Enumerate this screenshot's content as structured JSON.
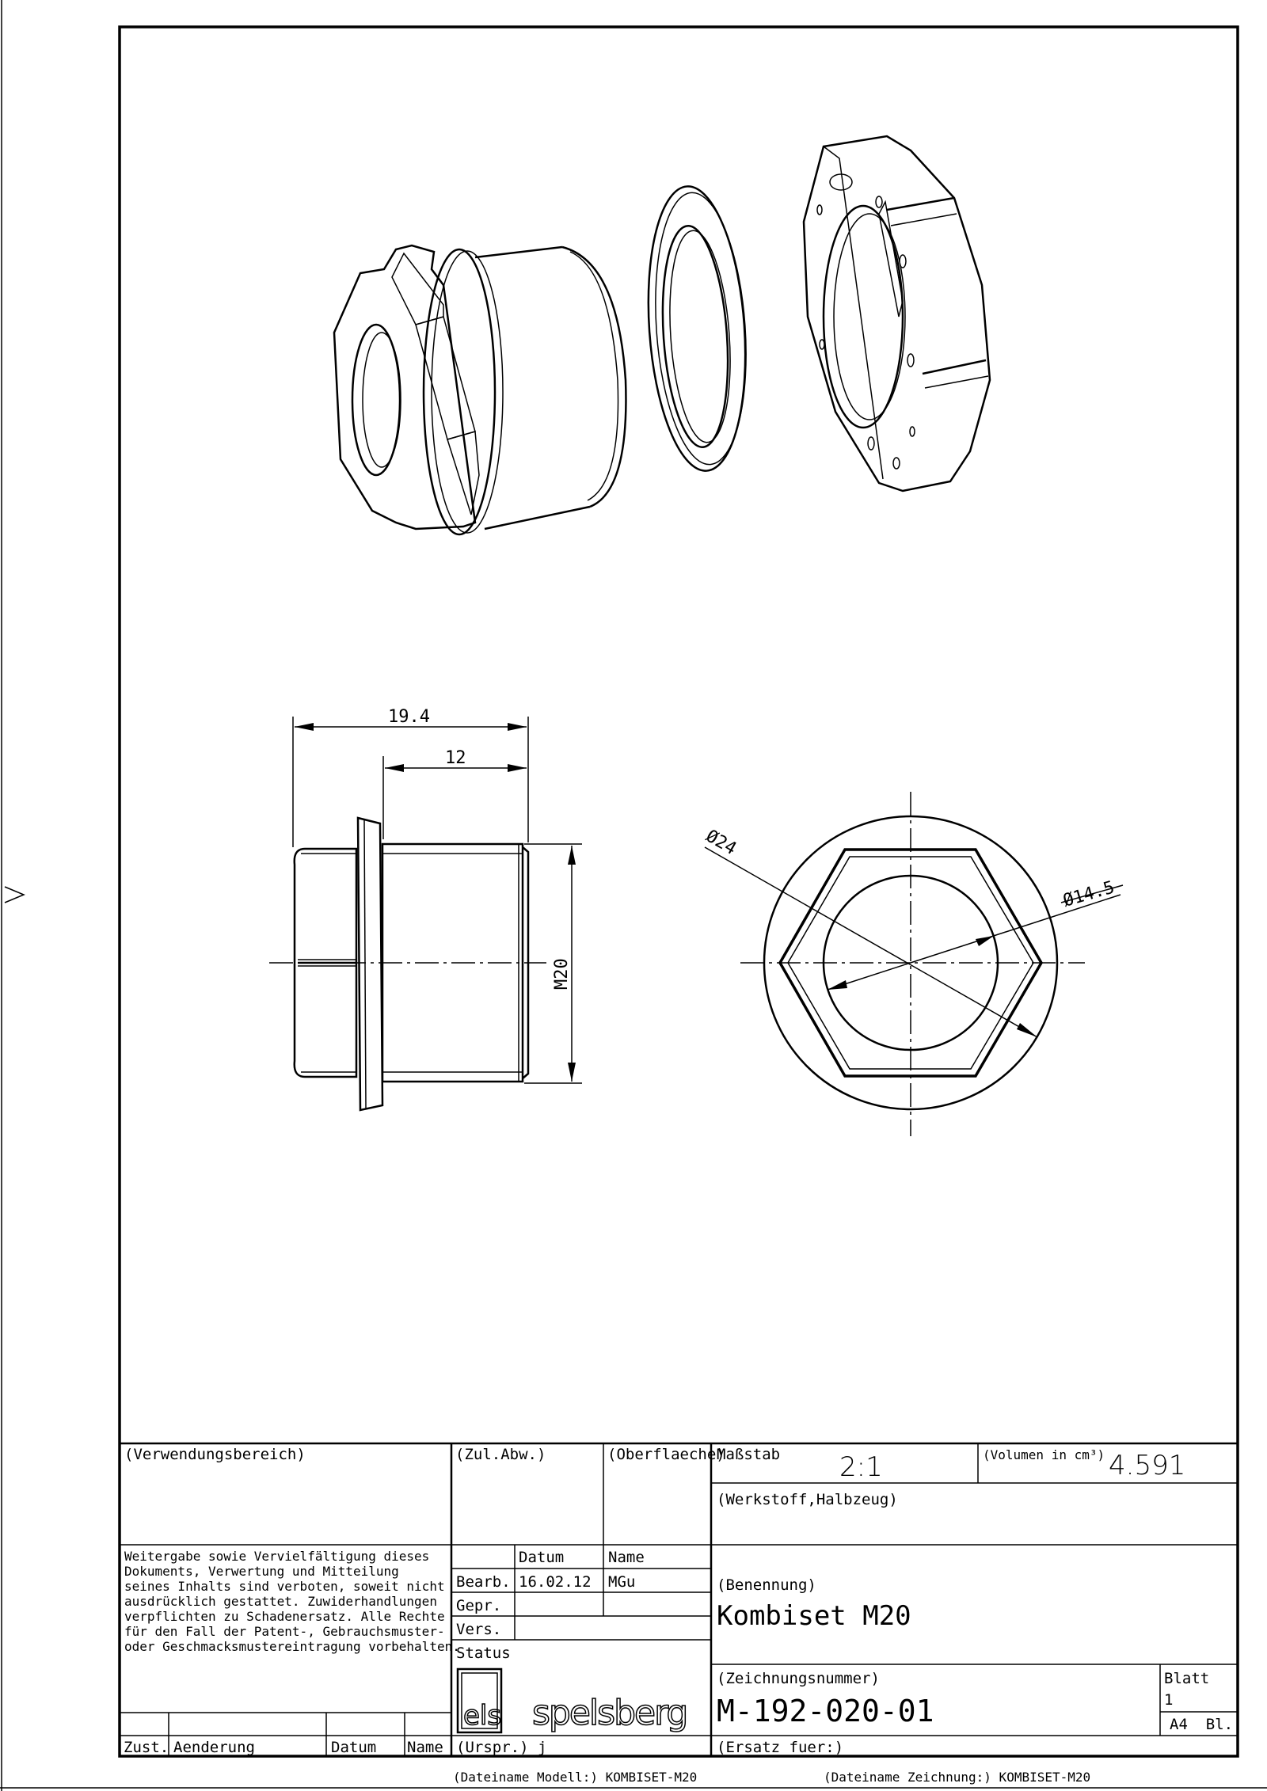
{
  "drawing": {
    "dimensions": {
      "overall_length": "19.4",
      "body_length": "12",
      "thread": "M20",
      "outer_diameter": "Ø24",
      "inner_diameter": "Ø14.5"
    }
  },
  "title_block": {
    "verwendungsbereich": "(Verwendungsbereich)",
    "zul_abw": "(Zul.Abw.)",
    "oberflaeche": "(Oberflaeche)",
    "massstab_label": "Maßstab",
    "massstab_value": "2:1",
    "volumen_label": "(Volumen in cm³)",
    "volumen_value": "4.591",
    "werkstoff": "(Werkstoff,Halbzeug)",
    "notice": [
      "Weitergabe sowie Vervielfältigung dieses",
      "Dokuments, Verwertung und Mitteilung",
      "seines Inhalts sind verboten, soweit nicht",
      "ausdrücklich gestattet. Zuwiderhandlungen",
      "verpflichten zu Schadenersatz. Alle Rechte",
      "für den Fall der Patent-, Gebrauchsmuster-",
      "oder Geschmacksmustereintragung vorbehalten."
    ],
    "datum_header": "Datum",
    "name_header": "Name",
    "rows": [
      {
        "label": "Bearb.",
        "datum": "16.02.12",
        "name": "MGu"
      },
      {
        "label": "Gepr.",
        "datum": "",
        "name": ""
      },
      {
        "label": "Vers.",
        "datum": "",
        "name": ""
      }
    ],
    "status_label": "Status",
    "benennung_label": "(Benennung)",
    "benennung_value": "Kombiset M20",
    "zeichnungsnummer_label": "(Zeichnungsnummer)",
    "zeichnungsnummer_value": "M-192-020-01",
    "blatt_label": "Blatt",
    "blatt_value": "1",
    "format": "A4  Bl.",
    "ersatz": "(Ersatz fuer:)",
    "urspr": "(Urspr.) j",
    "revision_headers": [
      "Zust.",
      "Aenderung",
      "Datum",
      "Name"
    ],
    "logo": "els spelsberg"
  },
  "footer": {
    "dateiname_modell": "(Dateiname Modell:) KOMBISET-M20",
    "dateiname_zeichnung": "(Dateiname Zeichnung:) KOMBISET-M20"
  }
}
